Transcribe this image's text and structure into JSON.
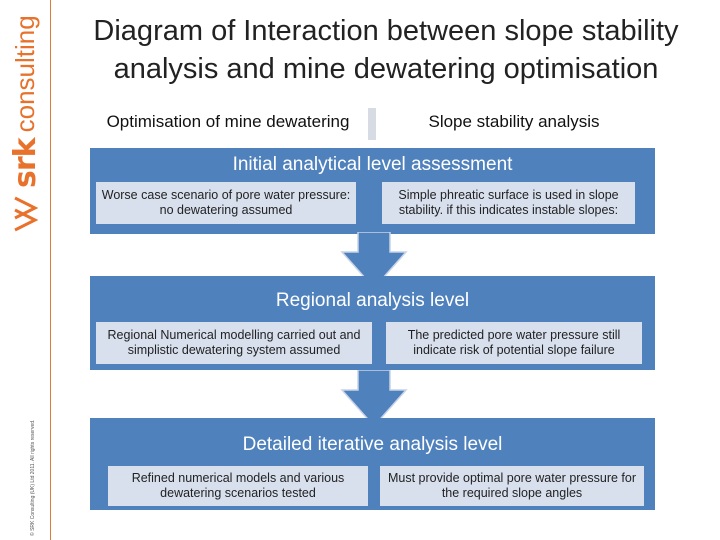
{
  "brand": {
    "name": "srk",
    "suffix": "consulting",
    "copyright": "© SRK Consulting (UK) Ltd 2011. All rights reserved.",
    "accent": "#e8722c"
  },
  "title": {
    "line1": "Diagram of Interaction between slope stability",
    "line2": "analysis and mine dewatering optimisation"
  },
  "columns": {
    "left": "Optimisation of mine dewatering",
    "right": "Slope stability analysis"
  },
  "levels": [
    {
      "label": "Initial analytical level assessment",
      "left": "Worse case scenario of pore water pressure: no dewatering assumed",
      "right": "Simple phreatic surface is used in slope stability. if this indicates instable slopes:"
    },
    {
      "label": "Regional analysis level",
      "left": "Regional Numerical modelling carried out and simplistic dewatering system assumed",
      "right": "The predicted pore water pressure still indicate risk of potential slope failure"
    },
    {
      "label": "Detailed iterative analysis level",
      "left": "Refined numerical models and various dewatering scenarios tested",
      "right": "Must provide optimal pore water pressure for the required slope angles"
    }
  ],
  "colors": {
    "band": "#4f81bd",
    "box": "#d8e0ee",
    "arrow": "#4f81bd"
  }
}
